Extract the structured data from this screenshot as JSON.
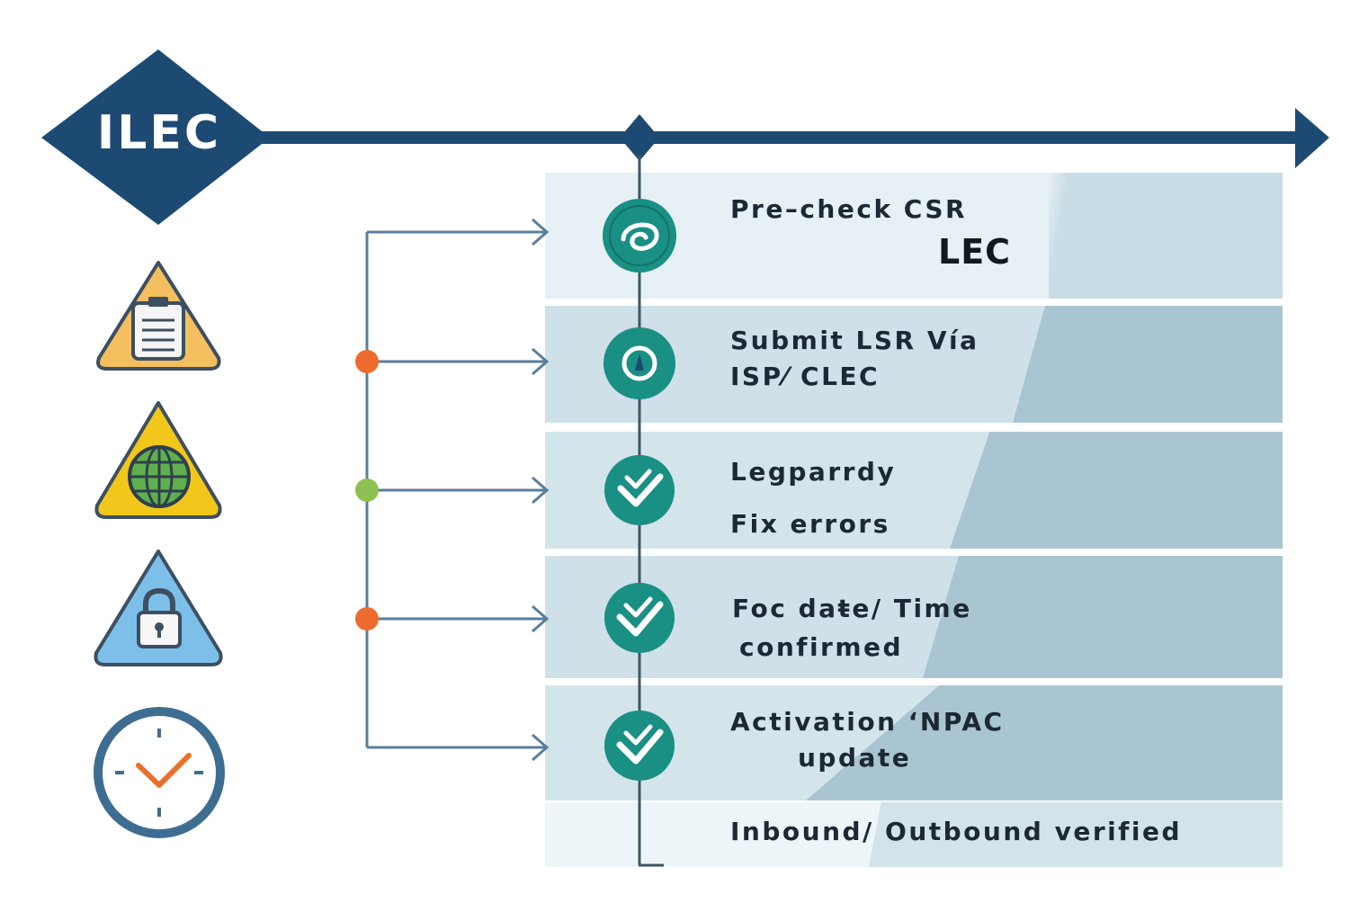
{
  "header": {
    "label": "ILEC"
  },
  "steps": [
    {
      "line1": "Pre–check  CSR",
      "line2": "LEC"
    },
    {
      "line1": "Submit  LSR  Vía",
      "line2": "ISP⁄  CLEC"
    },
    {
      "line1": "Legparrdy",
      "line2": "Fix  errors"
    },
    {
      "line1": "Foc  daŧe/  Time",
      "line2": "confirmed"
    },
    {
      "line1": "Activation  ʻNPAC",
      "line2": "update"
    }
  ],
  "footer": {
    "label": "Inbound/  Outbound  verified"
  },
  "icons": [
    "clipboard-icon",
    "globe-icon",
    "padlock-icon",
    "clock-icon"
  ],
  "colors": {
    "navy": "#1d4a73",
    "teal": "#1a8f84",
    "orange": "#ec6b2d",
    "green": "#8dc152",
    "band_light": "#e4eff4",
    "band_mid": "#c9dde6",
    "band_dark": "#a9c5d2"
  }
}
